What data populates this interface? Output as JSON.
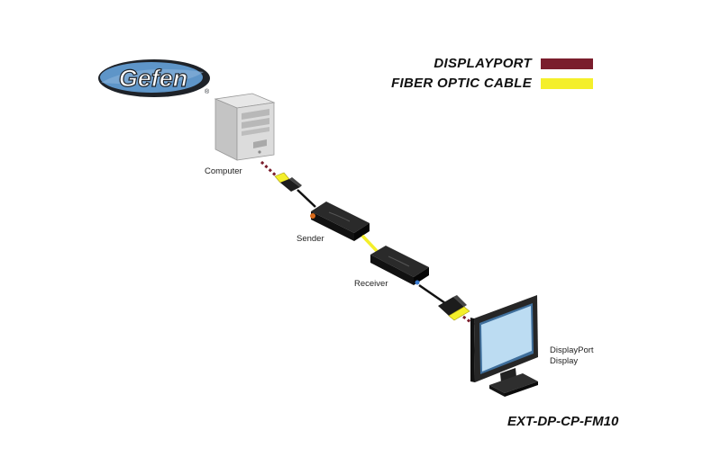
{
  "brand": {
    "name": "Gefen",
    "registered": "®"
  },
  "legend": [
    {
      "label": "DISPLAYPORT",
      "color": "#7a1d2c"
    },
    {
      "label": "FIBER OPTIC CABLE",
      "color": "#f4ef2a"
    }
  ],
  "nodes": {
    "computer": "Computer",
    "sender": "Sender",
    "receiver": "Receiver",
    "display_line1": "DisplayPort",
    "display_line2": "Display"
  },
  "model": "EXT-DP-CP-FM10",
  "colors": {
    "displayport": "#7a1d2c",
    "fiber": "#f4ef2a",
    "logo_blue": "#5e95c8",
    "logo_dark": "#1e2228",
    "device_black": "#1c1c1c",
    "tower_gray": "#c9c9c9"
  }
}
